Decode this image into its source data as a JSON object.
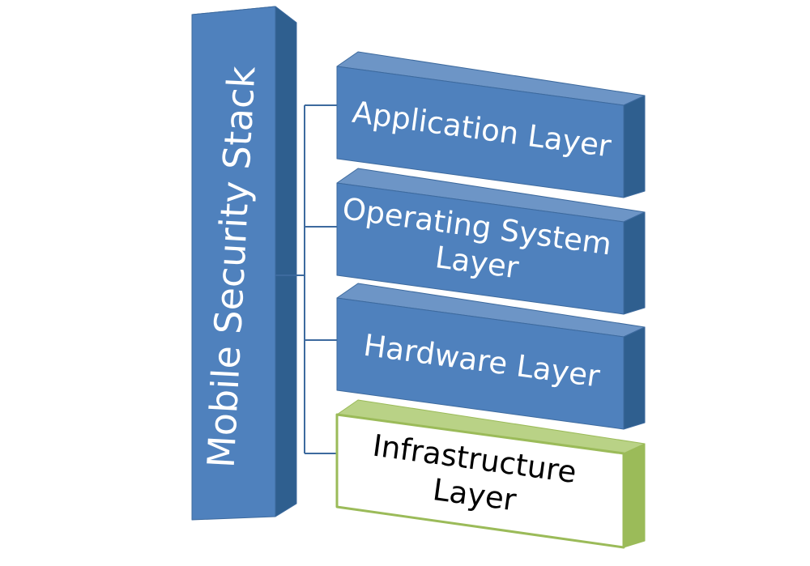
{
  "stack_title": "Mobile Security Stack",
  "layers": [
    {
      "lines": [
        "Application Layer"
      ],
      "style": "blue"
    },
    {
      "lines": [
        "Operating System",
        "Layer"
      ],
      "style": "blue"
    },
    {
      "lines": [
        "Hardware Layer"
      ],
      "style": "blue"
    },
    {
      "lines": [
        "Infrastructure",
        "Layer"
      ],
      "style": "highlight"
    }
  ],
  "colors": {
    "blue_face": "#4F81BD",
    "blue_side": "#2F5F8F",
    "blue_top": "#6D95C6",
    "blue_edge": "#3D6A9E",
    "highlight_face": "#FFFFFF",
    "highlight_side": "#9BBB59",
    "highlight_top": "#B9D286",
    "highlight_edge": "#9BBB59",
    "connector": "#3D6A9E",
    "text_on_blue": "#FFFFFF",
    "text_on_white": "#000000"
  }
}
